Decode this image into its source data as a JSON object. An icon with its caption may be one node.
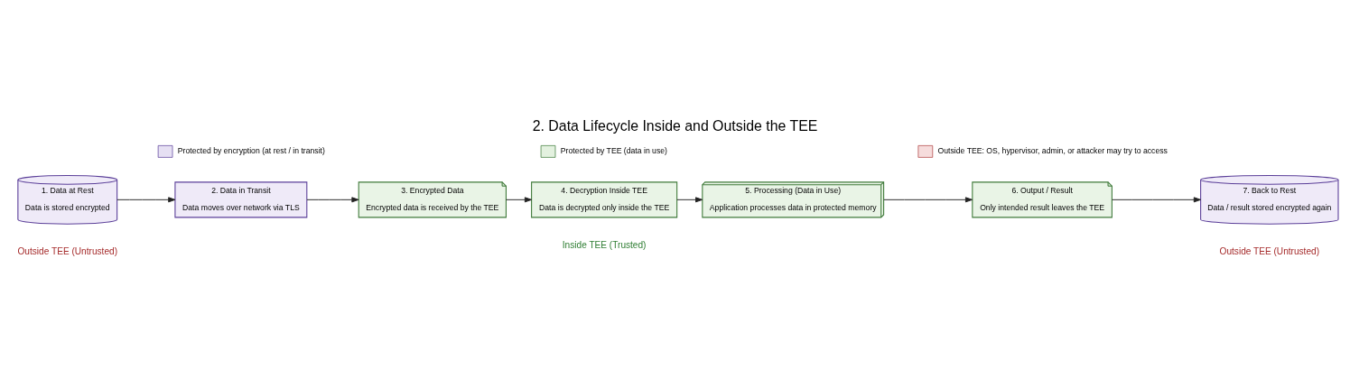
{
  "diagram": {
    "title": "2. Data Lifecycle Inside and Outside the TEE",
    "nodes": [
      {
        "text": [
          "1. Data at Rest",
          "Data is stored encrypted"
        ]
      },
      {
        "text": [
          "2. Data in Transit",
          "Data moves over network via TLS"
        ]
      },
      {
        "text": [
          "3. Encrypted Data",
          "Encrypted data is received by the TEE"
        ]
      },
      {
        "text": [
          "4. Decryption Inside TEE",
          "Data is decrypted only inside the TEE"
        ]
      },
      {
        "text": [
          "5. Processing (Data in Use)",
          "Application processes data in protected memory"
        ]
      },
      {
        "text": [
          "6. Output / Result",
          "Only intended result leaves the TEE"
        ]
      },
      {
        "text": [
          "7. Back to Rest",
          "Data / result stored encrypted again"
        ]
      }
    ],
    "edges": [
      {
        "from": 0,
        "to": 1,
        "arrow": "to"
      },
      {
        "from": 1,
        "to": 2,
        "arrow": "to"
      },
      {
        "from": 2,
        "to": 3,
        "arrow": "to"
      },
      {
        "from": 3,
        "to": 4,
        "arrow": "to"
      },
      {
        "from": 4,
        "to": 5,
        "arrow": "to"
      },
      {
        "from": 5,
        "to": 6,
        "arrow": "to"
      }
    ],
    "labels": [
      "Outside TEE (Untrusted)",
      "Inside TEE (Trusted)",
      "Outside TEE (Untrusted)"
    ],
    "legend": [
      {
        "text": "Protected by encryption (at rest / in transit)",
        "color": "#e6e0f3"
      },
      {
        "text": "Protected by TEE (data in use)",
        "color": "#e3f1df"
      },
      {
        "text": "Outside TEE: OS, hypervisor, admin, or attacker may try to access",
        "color": "#f6dcdc"
      }
    ]
  }
}
